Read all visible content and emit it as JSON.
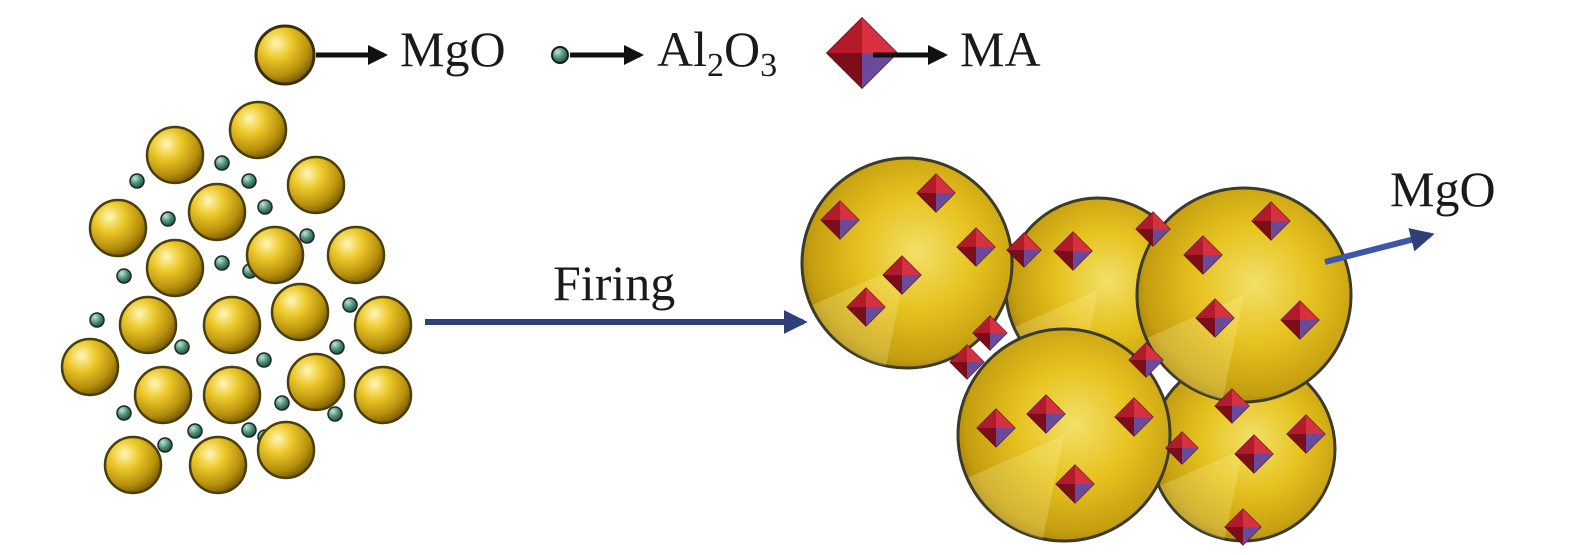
{
  "legend": {
    "mgo_label": "MgO",
    "al2o3_main": "Al",
    "al2o3_sub1": "2",
    "al2o3_mid": "O",
    "al2o3_sub2": "3",
    "ma_label": "MA"
  },
  "process": {
    "arrow_label": "Firing"
  },
  "product": {
    "mgo_label": "MgO"
  },
  "colors": {
    "mgo_gold": "#e8c21d",
    "mgo_dark": "#7c6208",
    "al2o3_green": "#3f7f68",
    "ma_red": "#b3192a",
    "ma_purple": "#6b4a9a",
    "arrow_navy": "#2f3f78",
    "legend_arrow": "#111111"
  }
}
